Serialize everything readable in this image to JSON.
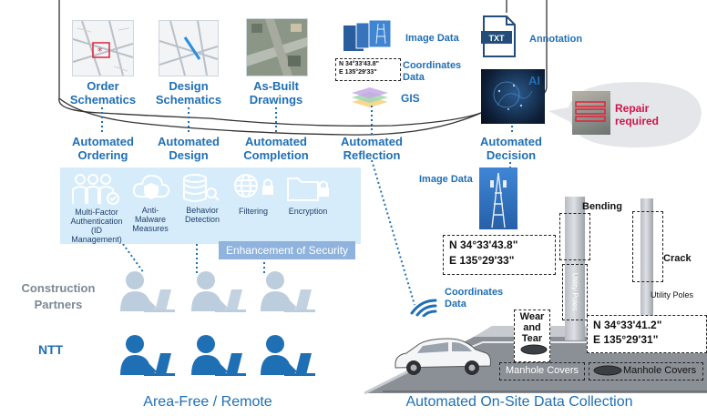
{
  "top_items": [
    {
      "label_line1": "Order",
      "label_line2": "Schematics"
    },
    {
      "label_line1": "Design",
      "label_line2": "Schematics"
    },
    {
      "label_line1": "As-Built",
      "label_line2": "Drawings"
    }
  ],
  "reflection_items": {
    "image_data": "Image Data",
    "coordinates_sample_line1": "N 34°33'43.8\"",
    "coordinates_sample_line2": "E 135°29'33\"",
    "coordinates_data_line1": "Coordinates",
    "coordinates_data_line2": "Data",
    "gis": "GIS"
  },
  "right_items": {
    "txt_icon_text": "TXT",
    "annotation": "Annotation",
    "ai": "AI",
    "repair_line1": "Repair",
    "repair_line2": "required"
  },
  "automated": [
    {
      "line1": "Automated",
      "line2": "Ordering"
    },
    {
      "line1": "Automated",
      "line2": "Design"
    },
    {
      "line1": "Automated",
      "line2": "Completion"
    },
    {
      "line1": "Automated",
      "line2": "Reflection"
    },
    {
      "line1": "Automated",
      "line2": "Decision"
    }
  ],
  "security": {
    "items": [
      {
        "icon": "people-check-icon",
        "lines": [
          "Multi-Factor",
          "Authentication",
          "(ID",
          "Management)"
        ]
      },
      {
        "icon": "cloud-shield-icon",
        "lines": [
          "Anti-",
          "Malware",
          "Measures"
        ]
      },
      {
        "icon": "database-search-icon",
        "lines": [
          "Behavior",
          "Detection"
        ]
      },
      {
        "icon": "globe-lock-icon",
        "lines": [
          "Filtering"
        ]
      },
      {
        "icon": "folder-lock-icon",
        "lines": [
          "Encryption"
        ]
      }
    ],
    "banner": "Enhancement of Security"
  },
  "groups": {
    "construction_line1": "Construction",
    "construction_line2": "Partners",
    "ntt": "NTT"
  },
  "field": {
    "image_data": "Image Data",
    "bending": "Bending",
    "crack": "Crack",
    "coord1_line1": "N 34°33'43.8\"",
    "coord1_line2": "E 135°29'33\"",
    "coord2_line1": "N 34°33'41.2\"",
    "coord2_line2": "E 135°29'31\"",
    "utility_poles_vertical": "Utility Poles",
    "utility_poles": "Utility Poles",
    "coordinates_data_line1": "Coordinates",
    "coordinates_data_line2": "Data",
    "wear_line1": "Wear",
    "wear_line2": "and",
    "wear_line3": "Tear",
    "manhole1": "Manhole Covers",
    "manhole2": "Manhole Covers"
  },
  "bottom": {
    "left_title": "Area-Free / Remote",
    "right_title": "Automated On-Site Data Collection"
  },
  "colors": {
    "accent": "#1f6fb5",
    "security_bg": "#d6ecfa",
    "banner_bg": "#8fb3dd",
    "repair": "#d1144a"
  }
}
